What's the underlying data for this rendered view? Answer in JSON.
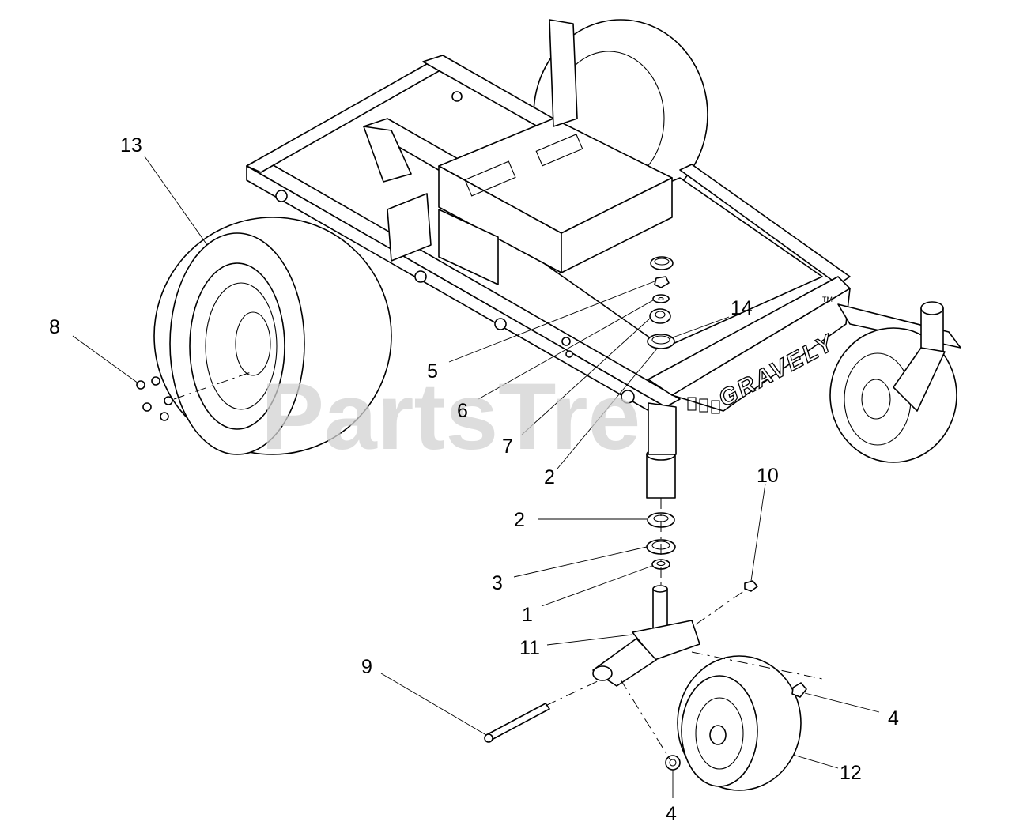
{
  "watermark": "PartsTre",
  "brand_mark": "GRAVELY",
  "trademark_symbol": "TM",
  "callouts": {
    "c1": "1",
    "c2a": "2",
    "c2b": "2",
    "c3": "3",
    "c4a": "4",
    "c4b": "4",
    "c5": "5",
    "c6": "6",
    "c7": "7",
    "c8": "8",
    "c9": "9",
    "c10": "10",
    "c11": "11",
    "c12": "12",
    "c13": "13",
    "c14": "14"
  }
}
